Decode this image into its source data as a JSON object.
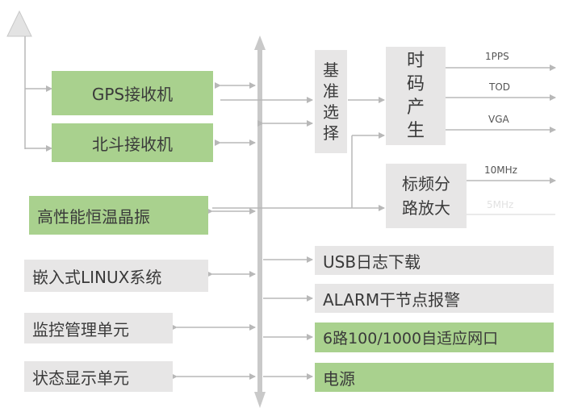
{
  "left_blocks": {
    "gps": "GPS接收机",
    "beidou": "北斗接收机",
    "ocxo": "高性能恒温晶振",
    "linux": "嵌入式LINUX系统",
    "monitor": "监控管理单元",
    "display": "状态显示单元"
  },
  "middle_blocks": {
    "ref_select": [
      "基",
      "准",
      "选",
      "择"
    ],
    "timecode_gen": [
      "时",
      "码",
      "产",
      "生"
    ],
    "freq_amp": [
      "标频分",
      "路放大"
    ]
  },
  "outputs": {
    "pps": "1PPS",
    "tod": "TOD",
    "vga": "VGA",
    "mhz10": "10MHz",
    "mhz5": "5MHz"
  },
  "right_blocks": {
    "usb_log": "USB日志下载",
    "alarm": "ALARM干节点报警",
    "network": "6路100/1000自适应网口",
    "power": "电源"
  },
  "colors": {
    "green": "#a9d18e",
    "gray": "#e7e6e6",
    "line": "#b8b8b8",
    "bus": "#c9c9c9"
  }
}
